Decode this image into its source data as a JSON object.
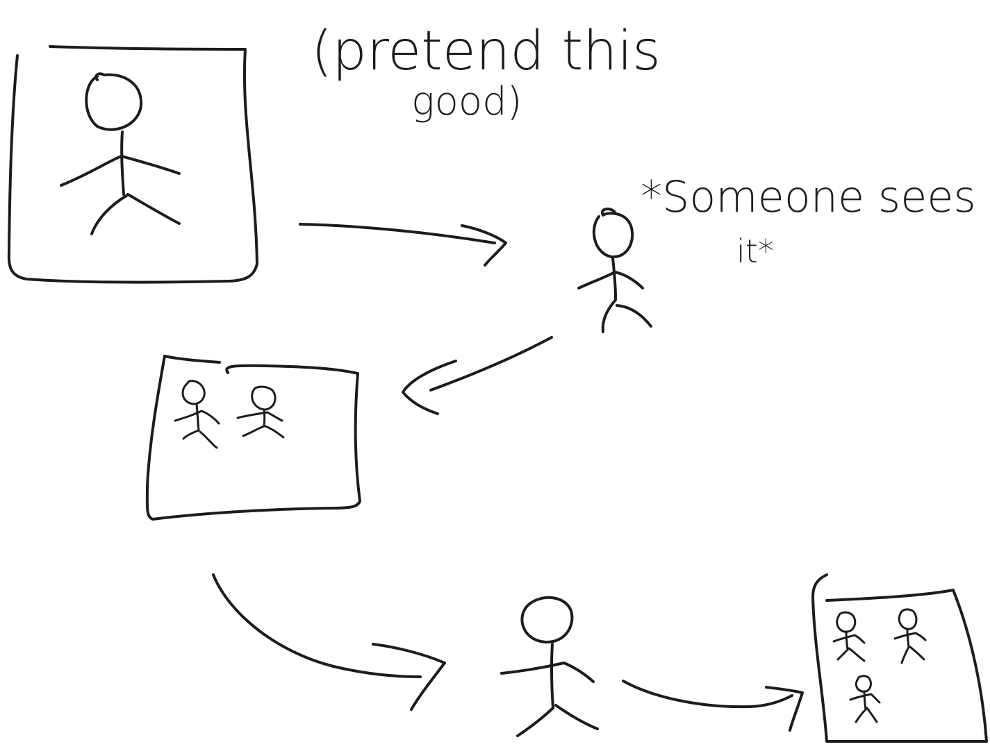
{
  "annotations": {
    "pretend_line1": "(pretend this",
    "pretend_line2": "good)",
    "someone_line1": "*Someone sees",
    "someone_line2": "it*"
  },
  "colors": {
    "ink": "#1c1c1c",
    "background": "#ffffff"
  }
}
